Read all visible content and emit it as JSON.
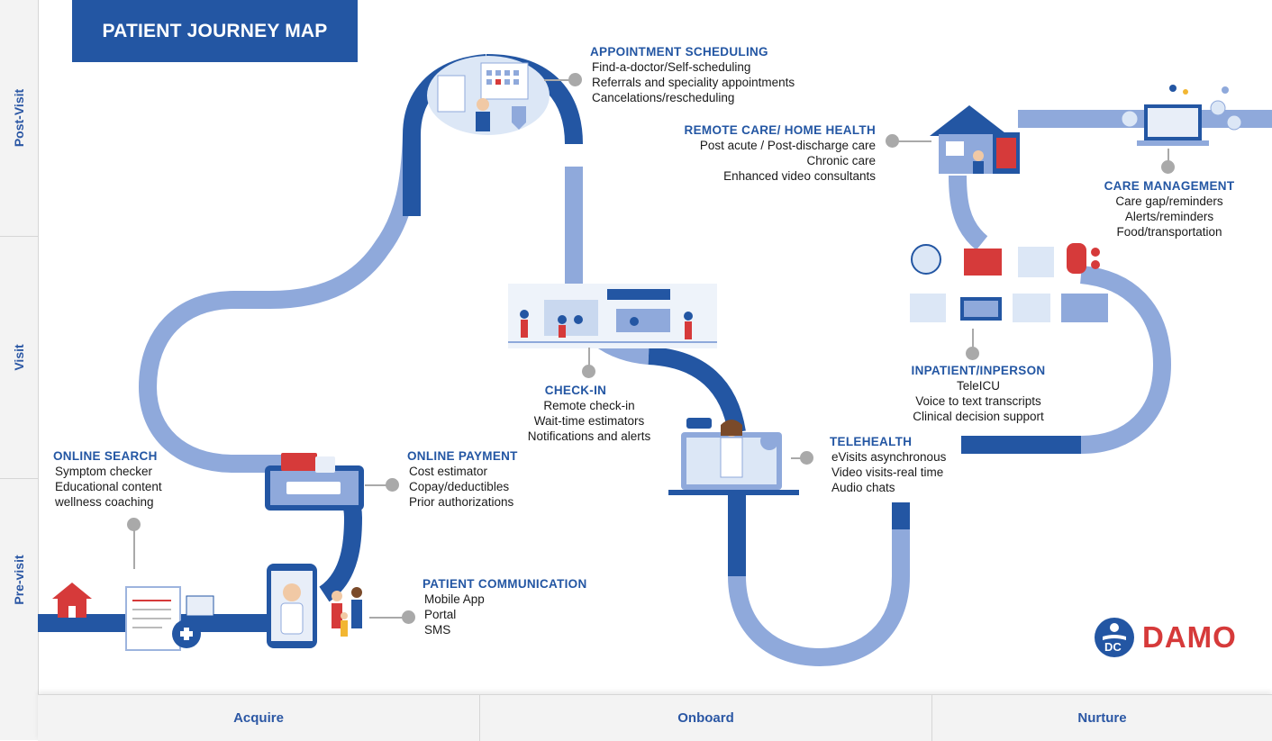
{
  "title": "PATIENT JOURNEY MAP",
  "rows": [
    "Post-Visit",
    "Visit",
    "Pre-visit"
  ],
  "phases": [
    "Acquire",
    "Onboard",
    "Nurture"
  ],
  "stages": {
    "online_search": {
      "title": "ONLINE SEARCH",
      "items": [
        "Symptom checker",
        "Educational content",
        "wellness coaching"
      ]
    },
    "online_payment": {
      "title": "ONLINE PAYMENT",
      "items": [
        "Cost estimator",
        "Copay/deductibles",
        "Prior authorizations"
      ]
    },
    "patient_communication": {
      "title": "PATIENT COMMUNICATION",
      "items": [
        "Mobile App",
        "Portal",
        "SMS"
      ]
    },
    "appointment_scheduling": {
      "title": "APPOINTMENT SCHEDULING",
      "items": [
        "Find-a-doctor/Self-scheduling",
        "Referrals and speciality appointments",
        "Cancelations/rescheduling"
      ]
    },
    "check_in": {
      "title": "CHECK-IN",
      "items": [
        "Remote check-in",
        "Wait-time estimators",
        "Notifications and alerts"
      ]
    },
    "telehealth": {
      "title": "TELEHEALTH",
      "items": [
        "eVisits asynchronous",
        "Video visits-real time",
        "Audio chats"
      ]
    },
    "remote_care": {
      "title": "REMOTE CARE/ HOME HEALTH",
      "items": [
        "Post acute / Post-discharge care",
        "Chronic care",
        "Enhanced video consultants"
      ]
    },
    "care_management": {
      "title": "CARE MANAGEMENT",
      "items": [
        "Care gap/reminders",
        "Alerts/reminders",
        "Food/transportation"
      ]
    },
    "inpatient": {
      "title": "INPATIENT/INPERSON",
      "items": [
        "TeleICU",
        "Voice to text transcripts",
        "Clinical decision support"
      ]
    }
  },
  "logo": {
    "text": "DAMO"
  },
  "colors": {
    "dark_blue": "#2356a3",
    "light_blue": "#8fa9db",
    "accent_red": "#d63a3a",
    "connector_gray": "#a9a9a9"
  }
}
